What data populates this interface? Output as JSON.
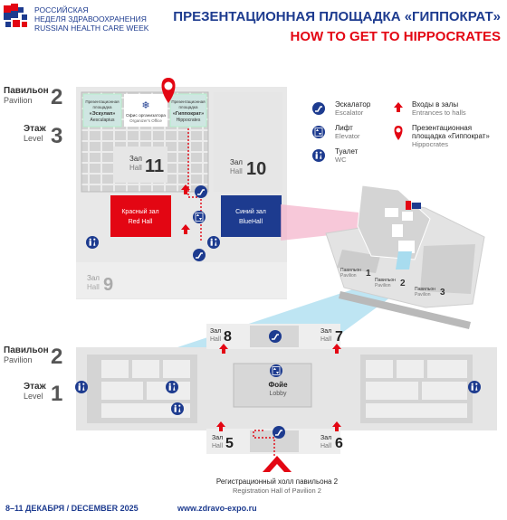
{
  "header": {
    "logo_line1": "РОССИЙСКАЯ",
    "logo_line2": "НЕДЕЛЯ ЗДРАВООХРАНЕНИЯ",
    "logo_line3": "RUSSIAN HEALTH CARE WEEK",
    "title_ru": "ПРЕЗЕНТАЦИОННАЯ ПЛОЩАДКА «ГИППОКРАТ»",
    "title_en": "HOW TO GET TO HIPPOCRATES"
  },
  "upper": {
    "pavilion_ru": "Павильон",
    "pavilion_en": "Pavilion",
    "pavilion_num": "2",
    "level_ru": "Этаж",
    "level_en": "Level",
    "level_num": "3",
    "booth_asklepiy_1": "Презентационная",
    "booth_asklepiy_2": "площадка",
    "booth_asklepiy_3": "«Эскулап»",
    "booth_asklepiy_4": "Aesculapius",
    "organizer_ru": "Офис организатора",
    "organizer_en": "Organizer's Office",
    "booth_hippo_1": "Презентационная",
    "booth_hippo_2": "площадка",
    "booth_hippo_3": "«Гиппократ»",
    "booth_hippo_4": "Hippocrates",
    "hall11_ru": "Зал",
    "hall11_en": "Hall",
    "hall11_num": "11",
    "hall10_ru": "Зал",
    "hall10_en": "Hall",
    "hall10_num": "10",
    "red_hall_ru": "Красный зал",
    "red_hall_en": "Red Hall",
    "blue_hall_ru": "Синий зал",
    "blue_hall_en": "BlueHall",
    "hall9_ru": "Зал",
    "hall9_en": "Hall",
    "hall9_num": "9"
  },
  "legend": {
    "escalator_ru": "Эскалатор",
    "escalator_en": "Escalator",
    "elevator_ru": "Лифт",
    "elevator_en": "Elevator",
    "toilet_ru": "Туалет",
    "toilet_en": "WC",
    "entrance_ru": "Входы в залы",
    "entrance_en": "Entrances to halls",
    "hippo_ru_1": "Презентационная",
    "hippo_ru_2": "площадка «Гиппократ»",
    "hippo_en": "Hippocrates"
  },
  "site_map": {
    "pav1_ru": "Павильон",
    "pav1_en": "Pavilion",
    "pav1_num": "1",
    "pav2_ru": "Павильон",
    "pav2_en": "Pavilion",
    "pav2_num": "2",
    "pav3_ru": "Павильон",
    "pav3_en": "Pavilion",
    "pav3_num": "3"
  },
  "lower": {
    "pavilion_ru": "Павильон",
    "pavilion_en": "Pavilion",
    "pavilion_num": "2",
    "level_ru": "Этаж",
    "level_en": "Level",
    "level_num": "1",
    "hall8_ru": "Зал",
    "hall8_en": "Hall",
    "hall8_num": "8",
    "hall7_ru": "Зал",
    "hall7_en": "Hall",
    "hall7_num": "7",
    "hall5_ru": "Зал",
    "hall5_en": "Hall",
    "hall5_num": "5",
    "hall6_ru": "Зал",
    "hall6_en": "Hall",
    "hall6_num": "6",
    "lobby_ru": "Фойе",
    "lobby_en": "Lobby",
    "reg_ru": "Регистрационный холл павильона 2",
    "reg_en": "Registration Hall of Pavilion 2"
  },
  "footer": {
    "dates": "8–11 ДЕКАБРЯ / DECEMBER 2025",
    "url": "www.zdravo-expo.ru"
  },
  "colors": {
    "brand_blue": "#1d3b8f",
    "accent_red": "#e30613",
    "hall_grey": "#d9d9d9",
    "booth_teal": "#cfe6e2",
    "route_pink": "#f4b6cc",
    "route_blue": "#a8dcef"
  }
}
